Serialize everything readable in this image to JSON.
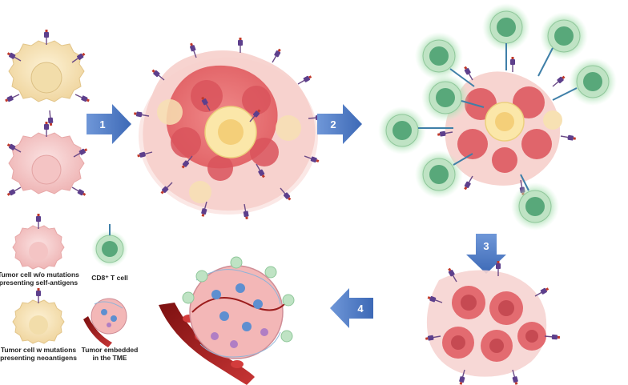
{
  "steps": [
    {
      "label": "1",
      "direction": "right"
    },
    {
      "label": "2",
      "direction": "right"
    },
    {
      "label": "3",
      "direction": "down"
    },
    {
      "label": "4",
      "direction": "left"
    }
  ],
  "legend": {
    "tumor_self_antigen": {
      "line1": "Tumor cell w/o mutations",
      "line2": "presenting self-antigens"
    },
    "cd8_t_cell": {
      "line1": "CD8⁺ T cell"
    },
    "tumor_neoantigen": {
      "line1": "Tumor cell w mutations",
      "line2": "presenting neoantigens"
    },
    "tumor_tme": {
      "line1": "Tumor embedded",
      "line2": "in the TME"
    }
  },
  "colors": {
    "arrow": "#4a78c2",
    "self_antigen_cell": "#f2b8b8",
    "neoantigen_cell": "#f4dfae",
    "t_cell": "#58a87a",
    "t_cell_glow": "#cfe9d4",
    "vessel": "#a82222"
  }
}
